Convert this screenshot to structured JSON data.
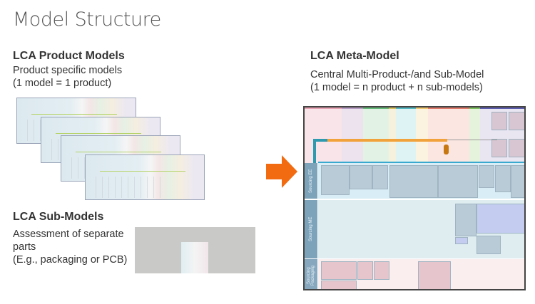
{
  "title": "Model Structure",
  "left": {
    "product_heading": "LCA Product Models",
    "product_line1": "Product specific models",
    "product_line2": "(1 model = 1 product)",
    "sub_heading": "LCA Sub-Models",
    "sub_line1": "Assessment of separate",
    "sub_line2": "parts",
    "sub_line3": "(E.g., packaging or PCB)"
  },
  "right": {
    "meta_heading": "LCA Meta-Model",
    "meta_line1": "Central Multi-Product-/and Sub-Model",
    "meta_line2": "(1 model =  n product + n sub-models)",
    "sections": [
      "Sourcing EE",
      "Sourcing ME",
      "Sourcing Packaging"
    ]
  },
  "colors": {
    "arrow": "#f26b10",
    "flow": "#f2a23a",
    "link": "#2e9ab0"
  }
}
